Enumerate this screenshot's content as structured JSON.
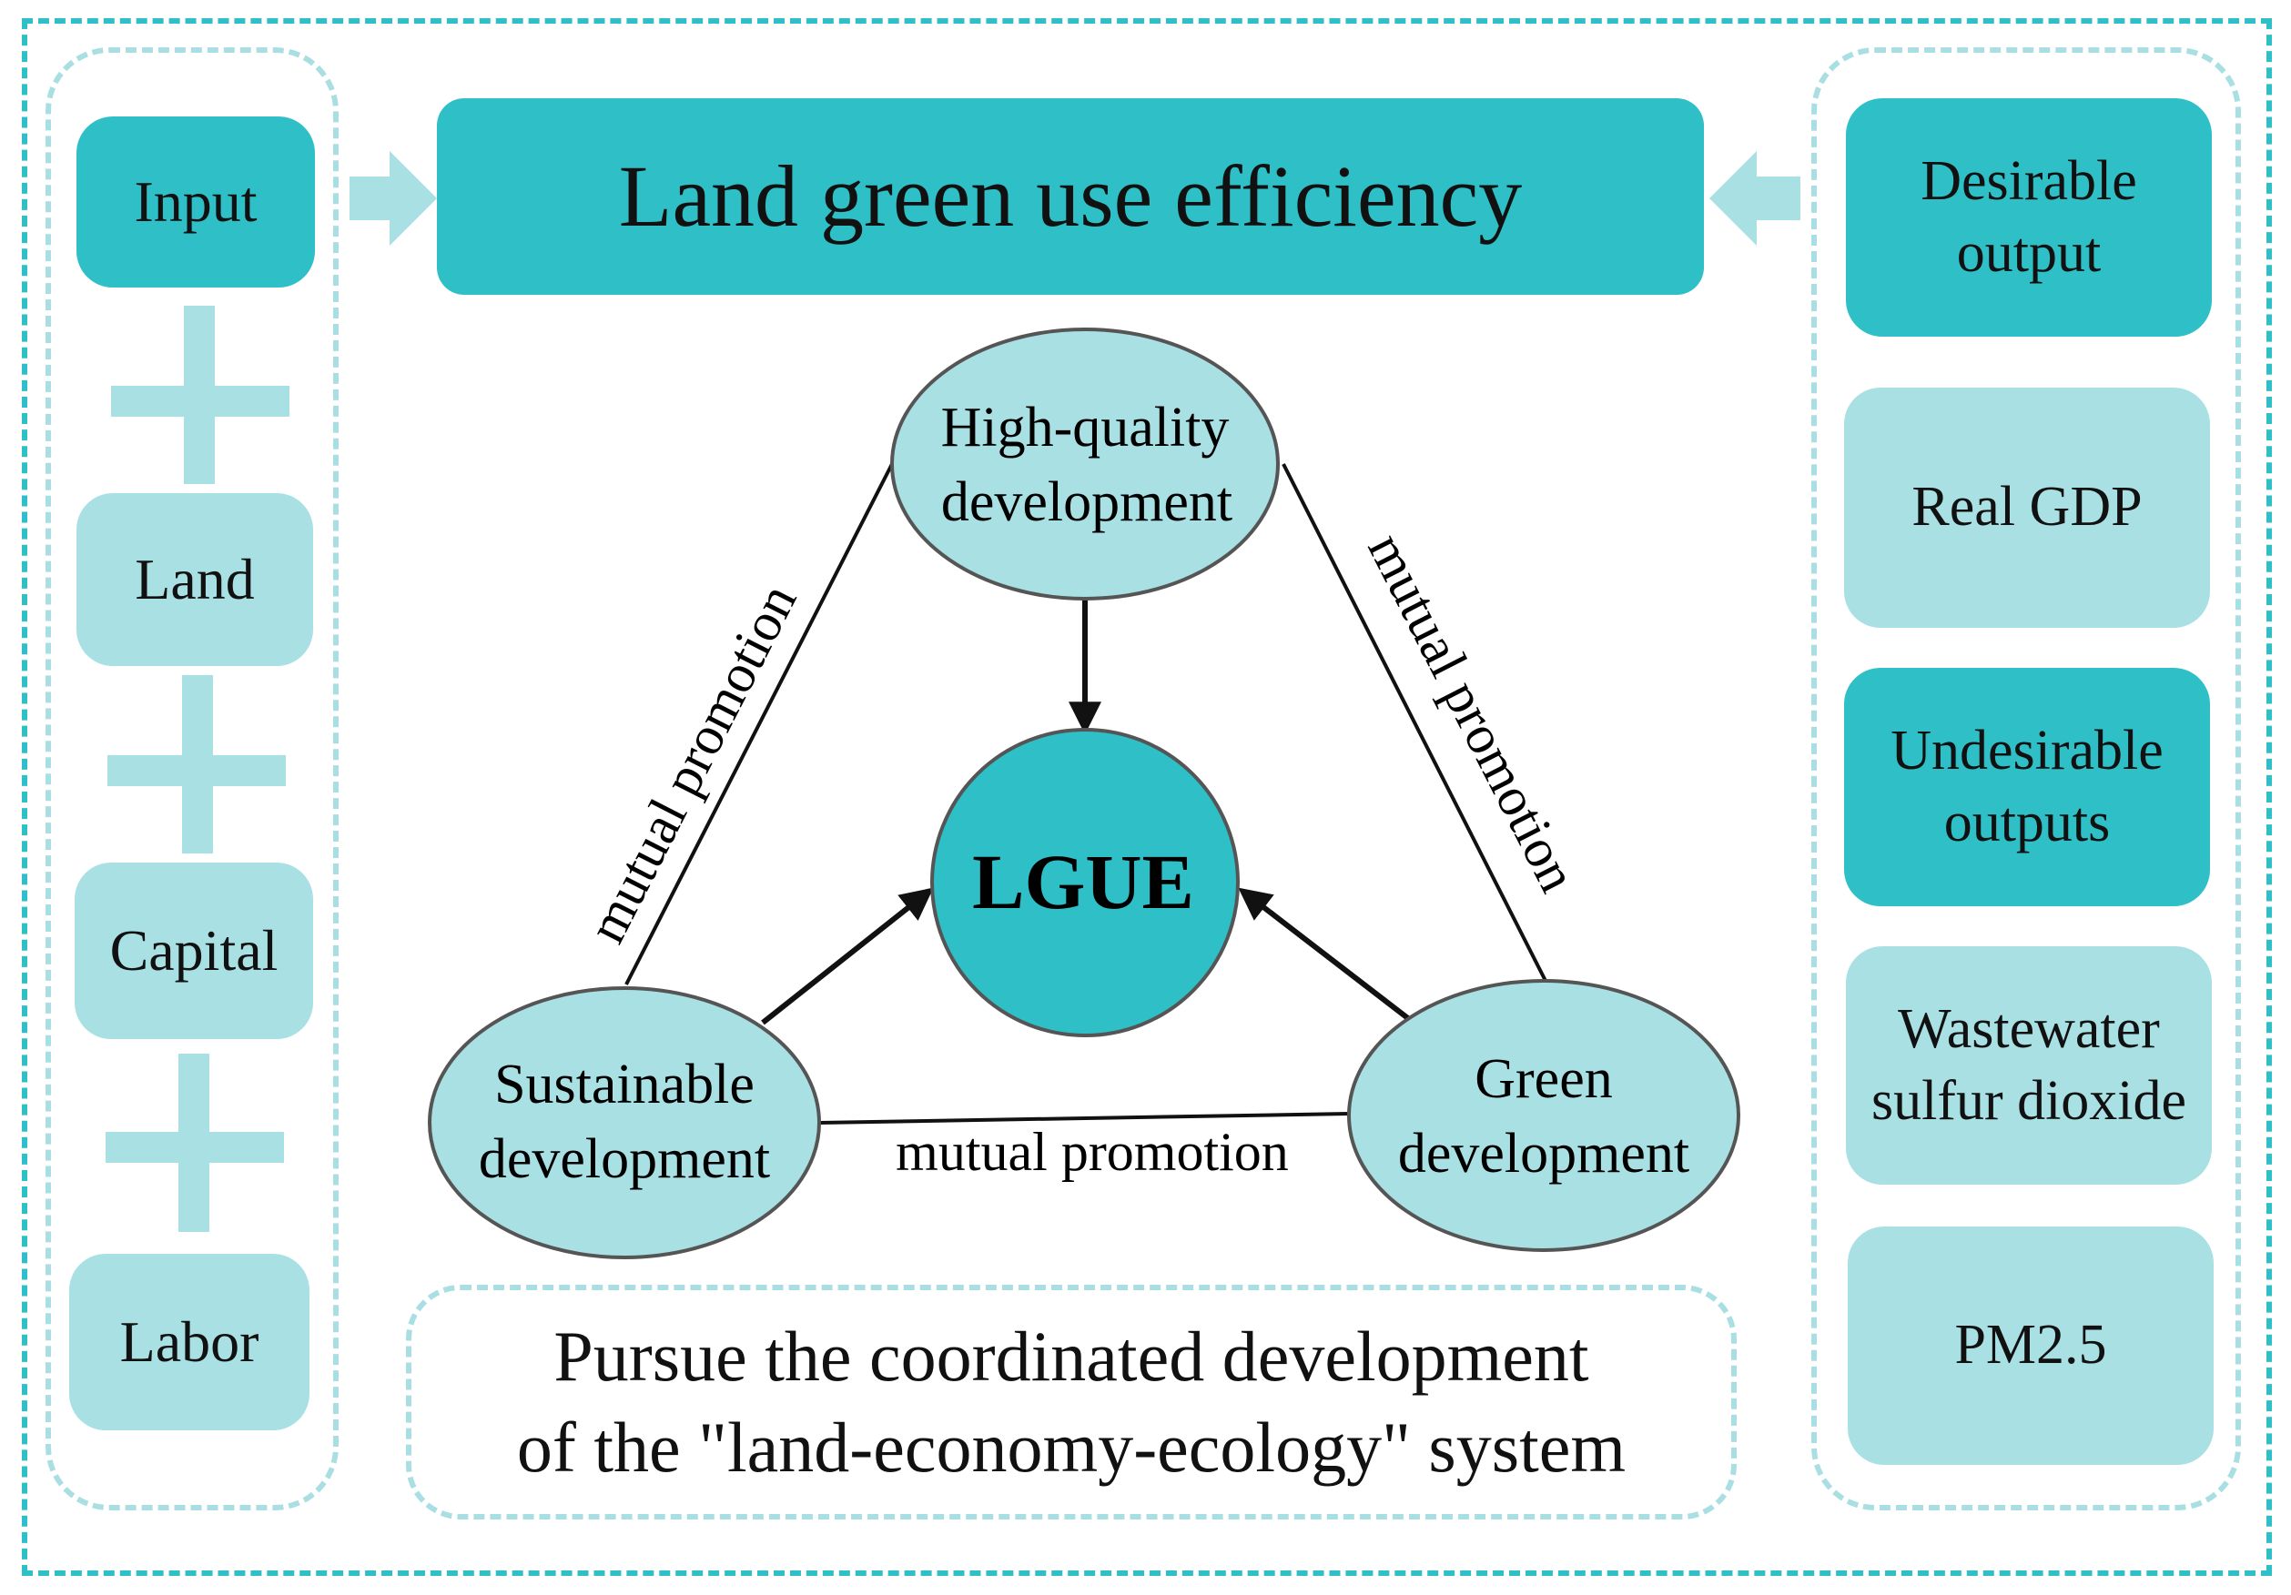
{
  "inputs": {
    "header": "Input",
    "items": [
      "Land",
      "Capital",
      "Labor"
    ]
  },
  "outputs": {
    "desirable_header": "Desirable output",
    "desirable_items": [
      "Real GDP"
    ],
    "undesirable_header": "Undesirable outputs",
    "undesirable_items": [
      "Wastewater sulfur dioxide",
      "PM2.5"
    ]
  },
  "title": "Land green use efficiency",
  "center": {
    "core": "LGUE",
    "top_node": [
      "High-quality",
      "development"
    ],
    "left_node": [
      "Sustainable",
      "development"
    ],
    "right_node": [
      "Green",
      "development"
    ],
    "edge_label": "mutual promotion"
  },
  "goal": [
    "Pursue the coordinated development",
    "of the \"land-economy-ecology\" system"
  ],
  "colors": {
    "dark": "#2ebfc7",
    "light": "#a9e0e4",
    "dashed_light": "#a9dfe3"
  }
}
